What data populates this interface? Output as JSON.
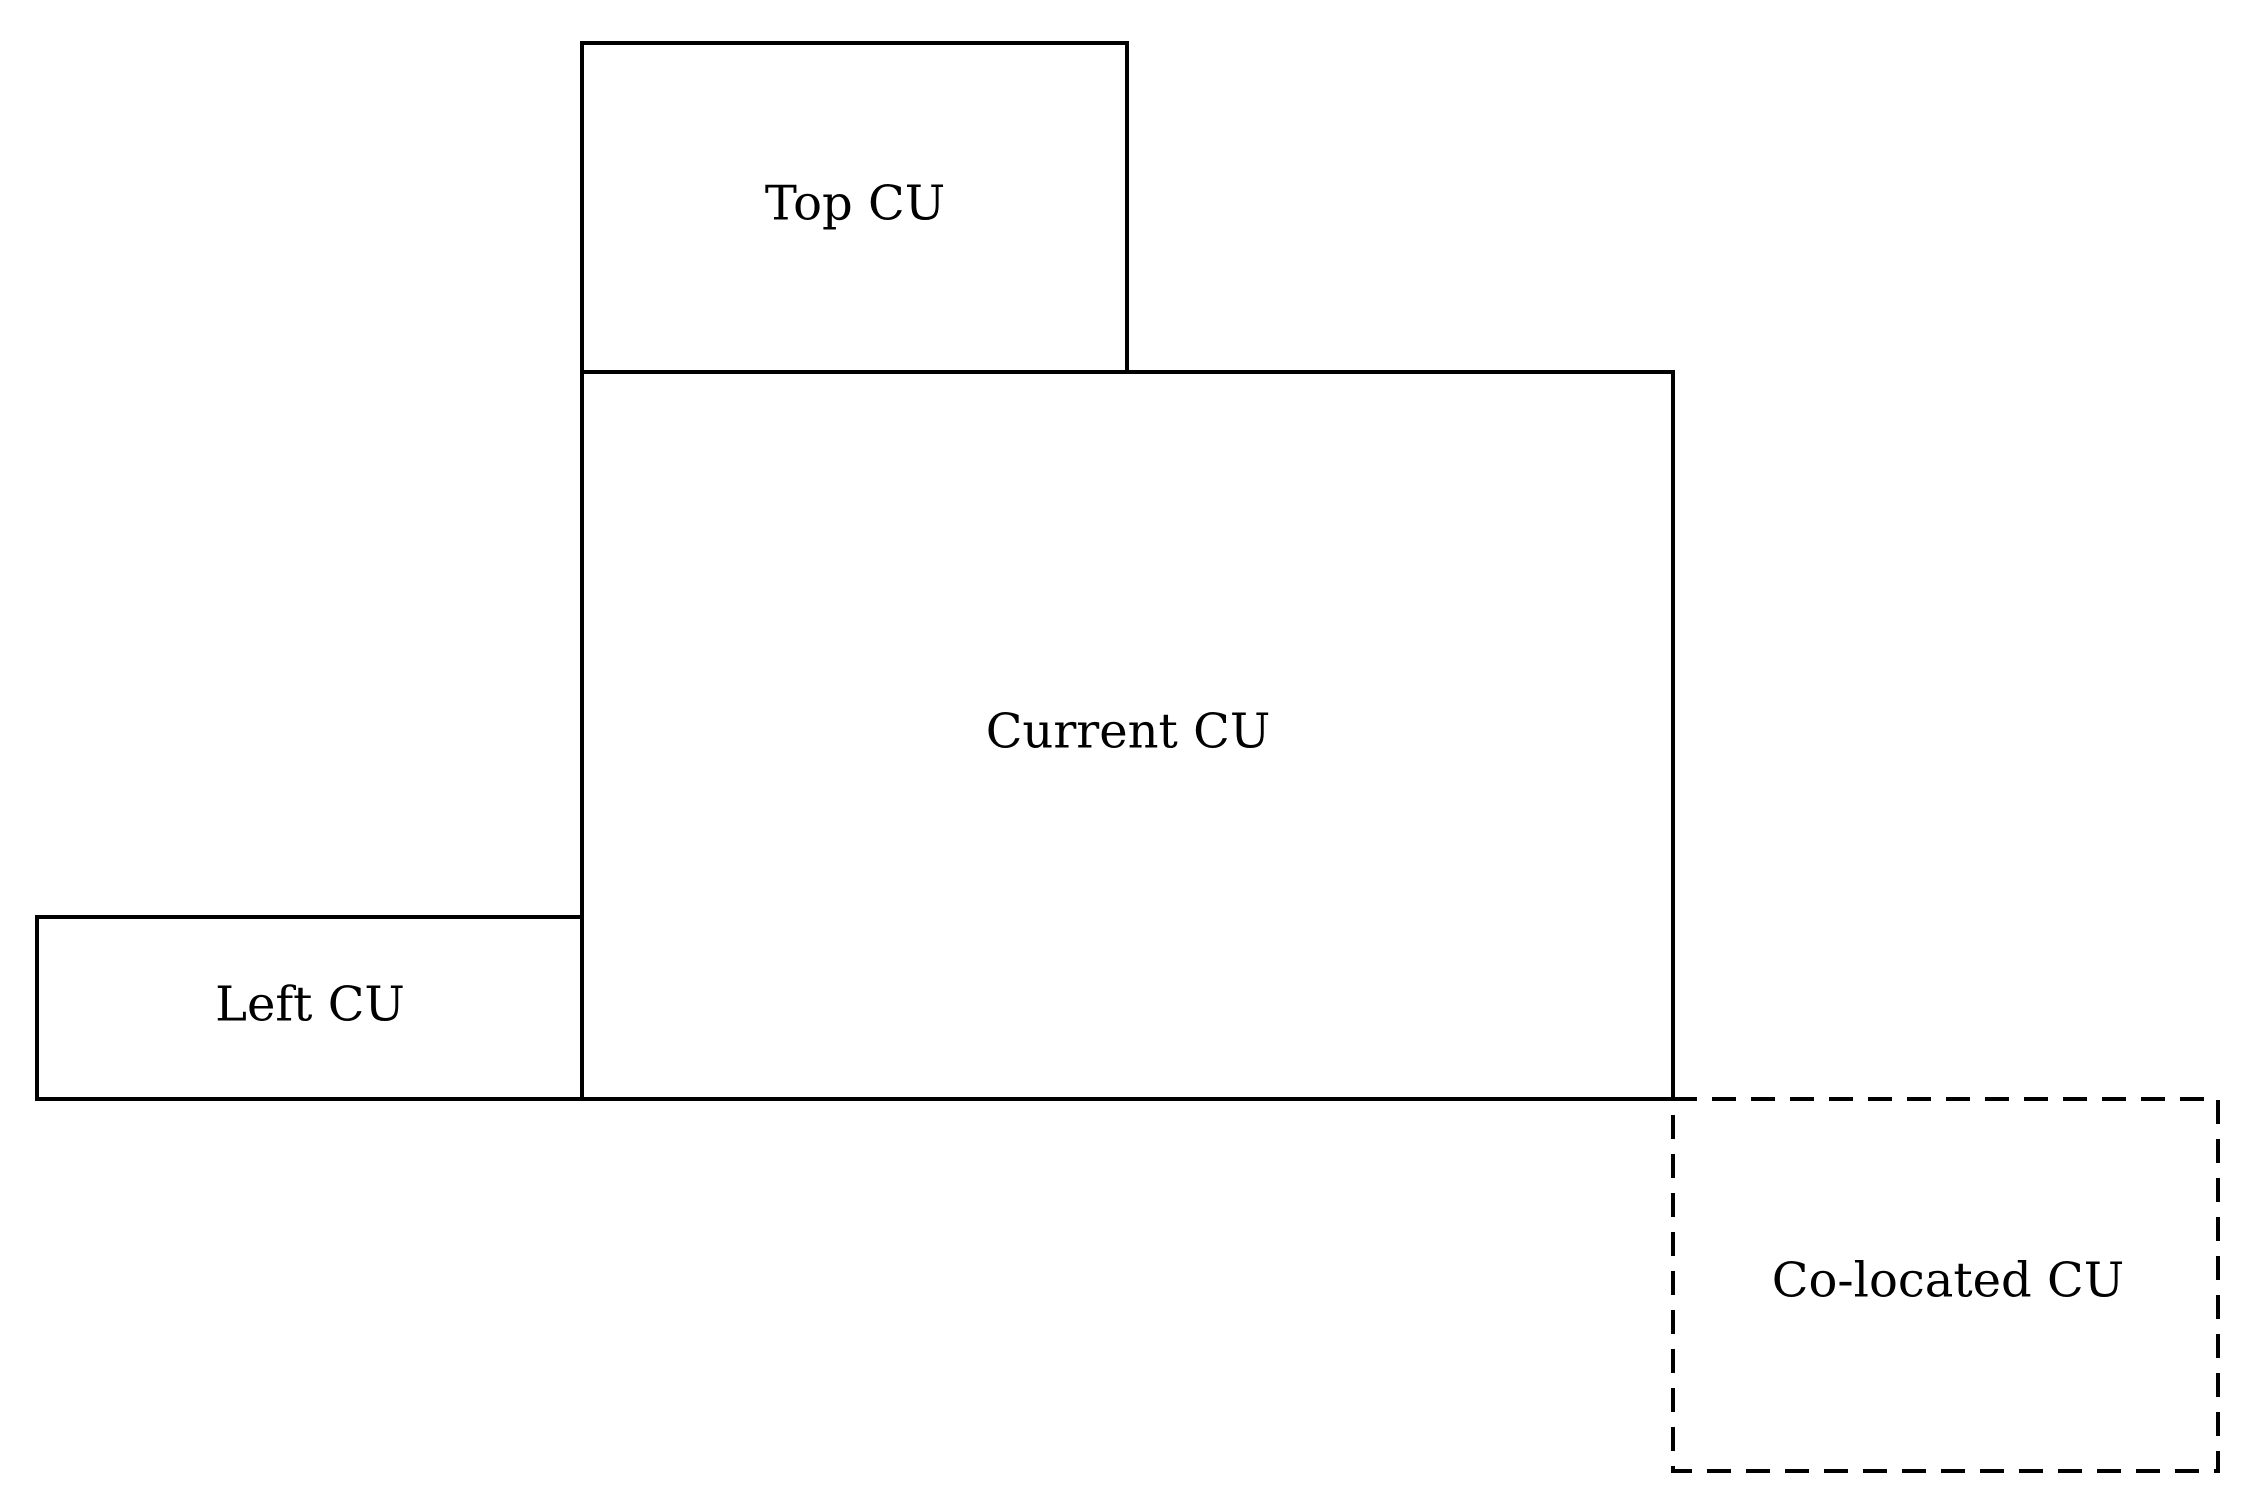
{
  "diagram": {
    "blocks": {
      "top": {
        "label": "Top CU",
        "line_style": "solid"
      },
      "current": {
        "label": "Current CU",
        "line_style": "solid"
      },
      "left": {
        "label": "Left CU",
        "line_style": "solid"
      },
      "colocated": {
        "label": "Co-located CU",
        "line_style": "dashed"
      }
    },
    "colors": {
      "stroke": "#000000",
      "background": "#ffffff"
    }
  }
}
